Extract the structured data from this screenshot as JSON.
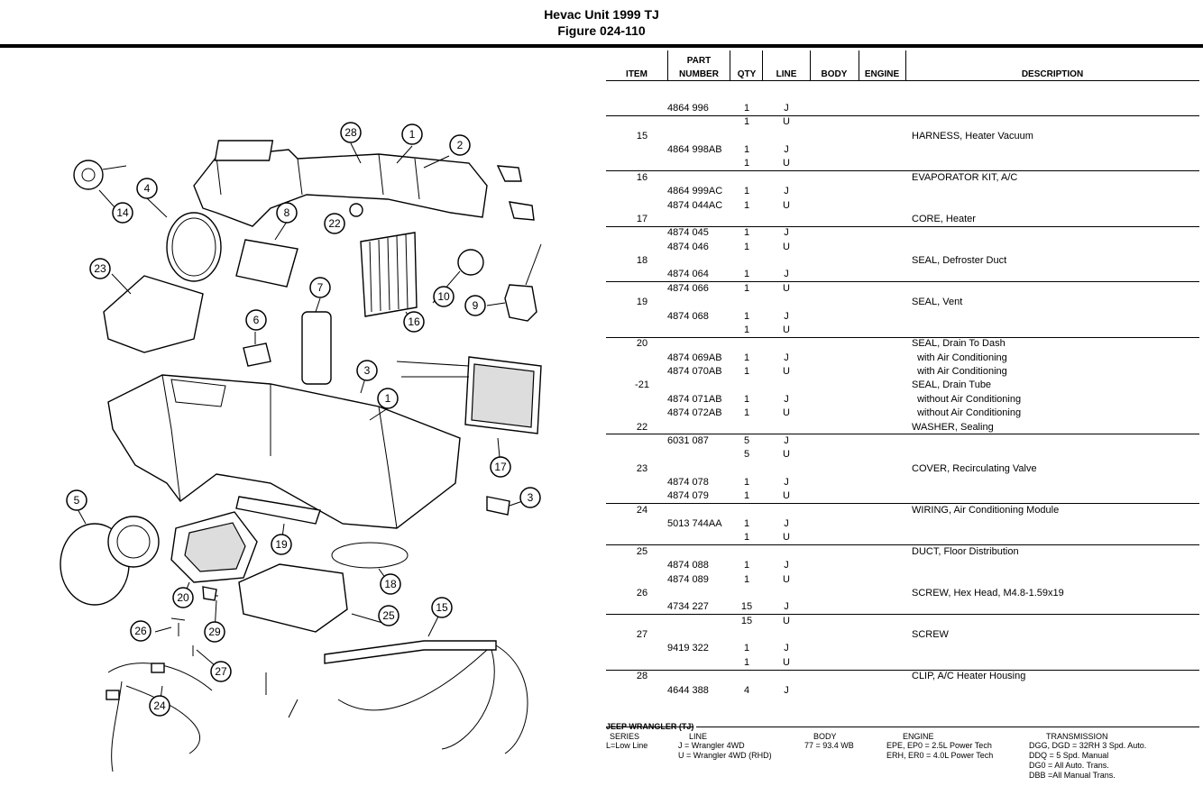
{
  "title": {
    "line1": "Hevac Unit 1999 TJ",
    "line2": "Figure 024-110"
  },
  "headers": {
    "item": "ITEM",
    "part_top": "PART",
    "part_bottom": "NUMBER",
    "qty": "QTY",
    "line": "LINE",
    "body": "BODY",
    "engine": "ENGINE",
    "description": "DESCRIPTION"
  },
  "rows": [
    {
      "item": "",
      "part": "4864 996",
      "qty": "1",
      "line": "J",
      "desc": ""
    },
    {
      "item": "",
      "part": "",
      "qty": "1",
      "line": "U",
      "desc": ""
    },
    {
      "item": "15",
      "part": "",
      "qty": "",
      "line": "",
      "desc": "HARNESS, Heater Vacuum"
    },
    {
      "item": "",
      "part": "4864 998AB",
      "qty": "1",
      "line": "J",
      "desc": ""
    },
    {
      "item": "",
      "part": "",
      "qty": "1",
      "line": "U",
      "desc": ""
    },
    {
      "item": "16",
      "part": "",
      "qty": "",
      "line": "",
      "desc": "EVAPORATOR KIT, A/C"
    },
    {
      "item": "",
      "part": "4864 999AC",
      "qty": "1",
      "line": "J",
      "desc": ""
    },
    {
      "item": "",
      "part": "4874 044AC",
      "qty": "1",
      "line": "U",
      "desc": ""
    },
    {
      "item": "17",
      "part": "",
      "qty": "",
      "line": "",
      "desc": "CORE, Heater"
    },
    {
      "item": "",
      "part": "4874 045",
      "qty": "1",
      "line": "J",
      "desc": ""
    },
    {
      "item": "",
      "part": "4874 046",
      "qty": "1",
      "line": "U",
      "desc": ""
    },
    {
      "item": "18",
      "part": "",
      "qty": "",
      "line": "",
      "desc": "SEAL, Defroster Duct"
    },
    {
      "item": "",
      "part": "4874 064",
      "qty": "1",
      "line": "J",
      "desc": ""
    },
    {
      "item": "",
      "part": "4874 066",
      "qty": "1",
      "line": "U",
      "desc": ""
    },
    {
      "item": "19",
      "part": "",
      "qty": "",
      "line": "",
      "desc": "SEAL, Vent"
    },
    {
      "item": "",
      "part": "4874 068",
      "qty": "1",
      "line": "J",
      "desc": ""
    },
    {
      "item": "",
      "part": "",
      "qty": "1",
      "line": "U",
      "desc": ""
    },
    {
      "item": "20",
      "part": "",
      "qty": "",
      "line": "",
      "desc": "SEAL, Drain To Dash"
    },
    {
      "item": "",
      "part": "4874 069AB",
      "qty": "1",
      "line": "J",
      "desc": "  with Air Conditioning"
    },
    {
      "item": "",
      "part": "4874 070AB",
      "qty": "1",
      "line": "U",
      "desc": "  with Air Conditioning"
    },
    {
      "item": "-21",
      "part": "",
      "qty": "",
      "line": "",
      "desc": "SEAL, Drain Tube"
    },
    {
      "item": "",
      "part": "4874 071AB",
      "qty": "1",
      "line": "J",
      "desc": "  without Air Conditioning"
    },
    {
      "item": "",
      "part": "4874 072AB",
      "qty": "1",
      "line": "U",
      "desc": "  without Air Conditioning"
    },
    {
      "item": "22",
      "part": "",
      "qty": "",
      "line": "",
      "desc": "WASHER, Sealing"
    },
    {
      "item": "",
      "part": "6031 087",
      "qty": "5",
      "line": "J",
      "desc": ""
    },
    {
      "item": "",
      "part": "",
      "qty": "5",
      "line": "U",
      "desc": ""
    },
    {
      "item": "23",
      "part": "",
      "qty": "",
      "line": "",
      "desc": "COVER, Recirculating Valve"
    },
    {
      "item": "",
      "part": "4874 078",
      "qty": "1",
      "line": "J",
      "desc": ""
    },
    {
      "item": "",
      "part": "4874 079",
      "qty": "1",
      "line": "U",
      "desc": ""
    },
    {
      "item": "24",
      "part": "",
      "qty": "",
      "line": "",
      "desc": "WIRING, Air Conditioning Module"
    },
    {
      "item": "",
      "part": "5013 744AA",
      "qty": "1",
      "line": "J",
      "desc": ""
    },
    {
      "item": "",
      "part": "",
      "qty": "1",
      "line": "U",
      "desc": ""
    },
    {
      "item": "25",
      "part": "",
      "qty": "",
      "line": "",
      "desc": "DUCT, Floor Distribution"
    },
    {
      "item": "",
      "part": "4874 088",
      "qty": "1",
      "line": "J",
      "desc": ""
    },
    {
      "item": "",
      "part": "4874 089",
      "qty": "1",
      "line": "U",
      "desc": ""
    },
    {
      "item": "26",
      "part": "",
      "qty": "",
      "line": "",
      "desc": "SCREW, Hex Head, M4.8-1.59x19"
    },
    {
      "item": "",
      "part": "4734 227",
      "qty": "15",
      "line": "J",
      "desc": ""
    },
    {
      "item": "",
      "part": "",
      "qty": "15",
      "line": "U",
      "desc": ""
    },
    {
      "item": "27",
      "part": "",
      "qty": "",
      "line": "",
      "desc": "SCREW"
    },
    {
      "item": "",
      "part": "9419 322",
      "qty": "1",
      "line": "J",
      "desc": ""
    },
    {
      "item": "",
      "part": "",
      "qty": "1",
      "line": "U",
      "desc": ""
    },
    {
      "item": "28",
      "part": "",
      "qty": "",
      "line": "",
      "desc": "CLIP, A/C Heater Housing"
    },
    {
      "item": "",
      "part": "4644 388",
      "qty": "4",
      "line": "J",
      "desc": ""
    }
  ],
  "footer": {
    "model": "JEEP WRANGLER (TJ)",
    "series_h": "SERIES",
    "series_1": "L=Low Line",
    "line_h": "LINE",
    "line_1": "J = Wrangler 4WD",
    "line_2": "U = Wrangler 4WD (RHD)",
    "body_h": "BODY",
    "body_1": "77 = 93.4 WB",
    "engine_h": "ENGINE",
    "engine_1": "EPE, EP0 = 2.5L Power Tech",
    "engine_2": "ERH, ER0 = 4.0L Power Tech",
    "trans_h": "TRANSMISSION",
    "trans_1": "DGG, DGD = 32RH 3 Spd. Auto.",
    "trans_2": "DDQ = 5 Spd. Manual",
    "trans_3": "DG0 = All Auto. Trans.",
    "trans_4": "DBB =All Manual Trans."
  },
  "callouts": [
    "28",
    "1",
    "2",
    "14",
    "4",
    "22",
    "8",
    "23",
    "7",
    "6",
    "10",
    "9",
    "16",
    "3",
    "1",
    "17",
    "5",
    "3",
    "19",
    "20",
    "18",
    "25",
    "15",
    "26",
    "29",
    "27",
    "24"
  ]
}
